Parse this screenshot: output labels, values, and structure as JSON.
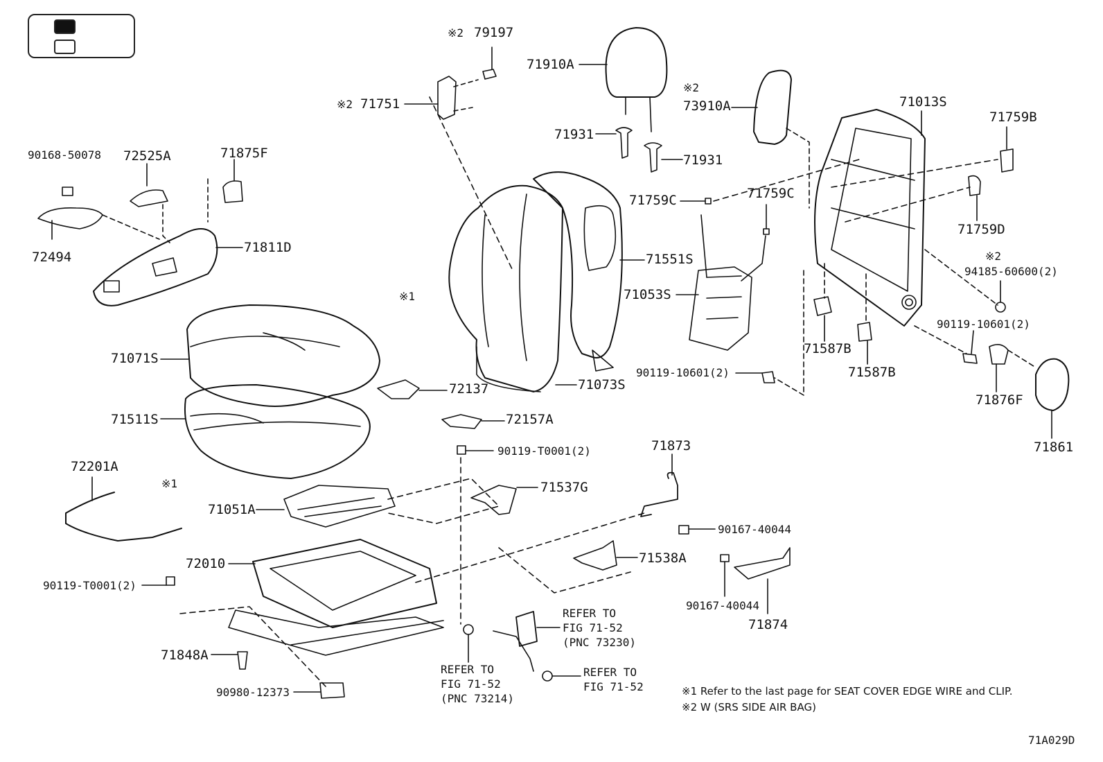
{
  "legend": {
    "dark_swatch": "#111111",
    "light_swatch": "#ffffff"
  },
  "labels": {
    "p79197": "79197",
    "p71910A": "71910A",
    "p71751": "71751",
    "p73910A": "73910A",
    "p71931a": "71931",
    "p71931b": "71931",
    "p71013S": "71013S",
    "p71759B": "71759B",
    "p90168": "90168-50078",
    "p72525A": "72525A",
    "p71875F": "71875F",
    "p71759C_a": "71759C",
    "p71759C_b": "71759C",
    "p71759D": "71759D",
    "p72494": "72494",
    "p71811D": "71811D",
    "p71551S": "71551S",
    "p94185": "94185-60600(2)",
    "p71053S": "71053S",
    "p90119_10601_a": "90119-10601(2)",
    "p71587B_a": "71587B",
    "p71587B_b": "71587B",
    "p71071S": "71071S",
    "p72137": "72137",
    "p71073S": "71073S",
    "p90119_10601_b": "90119-10601(2)",
    "p71876F": "71876F",
    "p71511S": "71511S",
    "p72157A": "72157A",
    "p71861": "71861",
    "p90119_T0001_a": "90119-T0001(2)",
    "p71873": "71873",
    "p72201A": "72201A",
    "p71537G": "71537G",
    "p71051A": "71051A",
    "p90167_a": "90167-40044",
    "p72010": "72010",
    "p71538A": "71538A",
    "p90119_T0001_b": "90119-T0001(2)",
    "p90167_b": "90167-40044",
    "p71874": "71874",
    "p71848A": "71848A",
    "p90980": "90980-12373"
  },
  "marks": {
    "m2_79197": "※2",
    "m2_71751": "※2",
    "m2_73910A": "※2",
    "m2_94185": "※2",
    "m1_top": "※1",
    "m1_bottom": "※1"
  },
  "refs": {
    "r1_line1": "REFER TO",
    "r1_line2": "FIG 71-52",
    "r1_line3": "(PNC 73230)",
    "r2_line1": "REFER TO",
    "r2_line2": "FIG 71-52",
    "r2_line3": "(PNC 73214)",
    "r3_line1": "REFER TO",
    "r3_line2": "FIG 71-52"
  },
  "notes": {
    "n1": "※1  Refer to the last page for SEAT COVER EDGE WIRE and CLIP.",
    "n2": "※2  W (SRS SIDE AIR BAG)"
  },
  "figure_id": "71A029D"
}
